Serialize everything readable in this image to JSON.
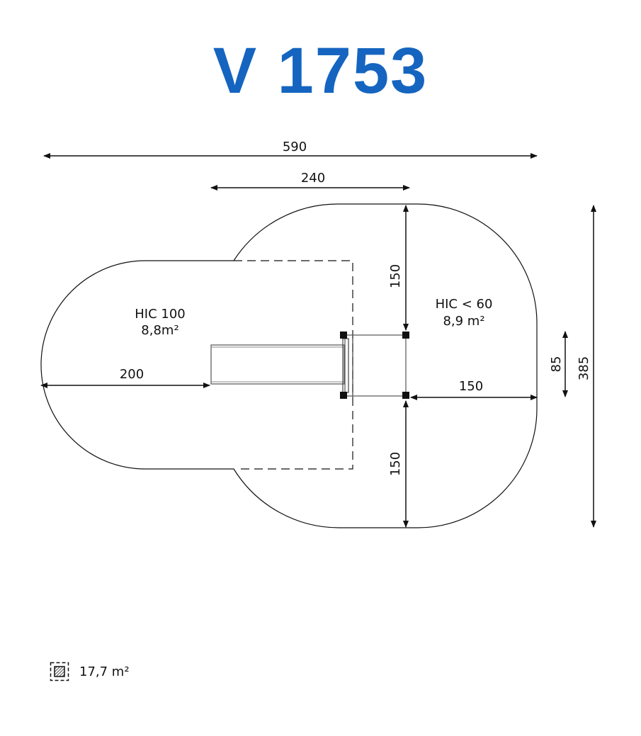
{
  "title": "V 1753",
  "dimensions": {
    "total_width": "590",
    "slide_width": "240",
    "left_run": "200",
    "right_run": "150",
    "top_run": "150",
    "bottom_run": "150",
    "platform_depth": "85",
    "total_depth": "385"
  },
  "zones": [
    {
      "hic": "HIC 100",
      "area": "8,8m²"
    },
    {
      "hic": "HIC < 60",
      "area": "8,9 m²"
    }
  ],
  "legend": {
    "icon": "hatched-area-icon",
    "total_area": "17,7 m²"
  },
  "colors": {
    "title": "#1565c0",
    "lines": "#111111"
  }
}
